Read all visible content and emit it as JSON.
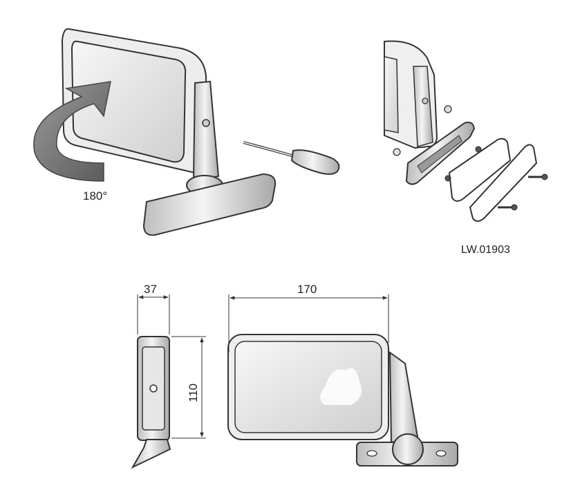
{
  "labels": {
    "rotation": "180°",
    "part_number": "LW.01903",
    "depth_mm": "37",
    "width_mm": "170",
    "height_mm": "110"
  },
  "colors": {
    "outline": "#333333",
    "arrow": "#7a7a7a",
    "metal_light": "#f2f2f2",
    "metal_mid": "#cfcfcf",
    "metal_dark": "#9a9a9a"
  }
}
